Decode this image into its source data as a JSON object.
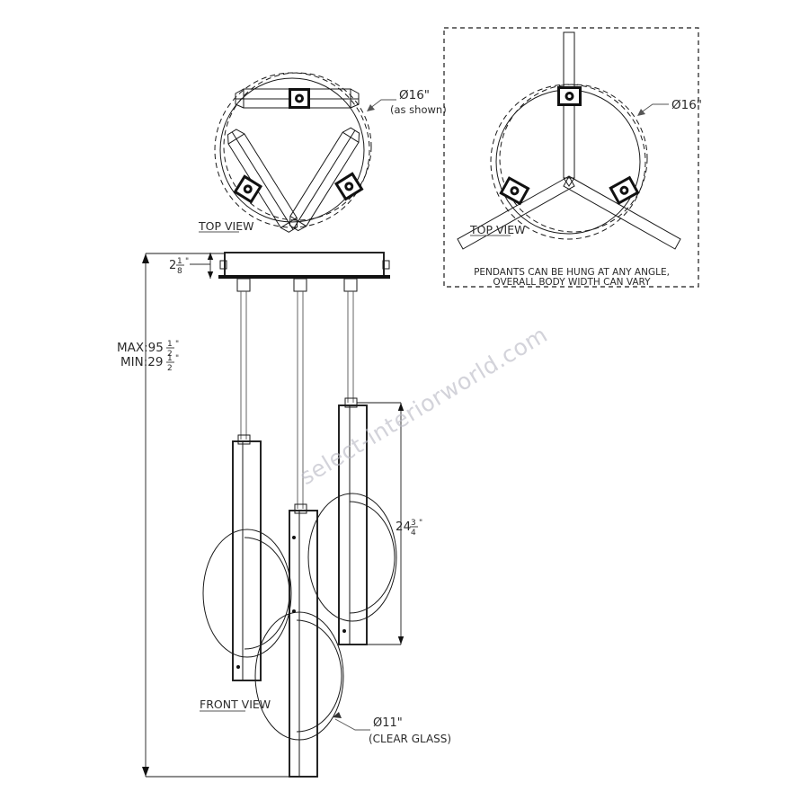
{
  "drawing": {
    "title": "Pendant chandelier technical drawing",
    "watermark": "select-interiorworld.com"
  },
  "views": {
    "top_left": {
      "label": "TOP VIEW",
      "diameter_callout": "Ø16\"",
      "diameter_note": "(as shown)"
    },
    "top_right": {
      "label": "TOP VIEW",
      "diameter_callout": "Ø16\"",
      "note_line1": "PENDANTS CAN BE HUNG AT ANY ANGLE,",
      "note_line2": "OVERALL BODY WIDTH CAN VARY"
    },
    "front": {
      "label": "FRONT VIEW",
      "glass_callout": "Ø11\"",
      "glass_note": "(CLEAR GLASS)"
    }
  },
  "dimensions": {
    "canopy_height": {
      "whole": "2",
      "num": "1",
      "den": "8",
      "unit": "\""
    },
    "overall_max": {
      "prefix": "MAX:95",
      "num": "1",
      "den": "2",
      "unit": "\""
    },
    "overall_min": {
      "prefix": "MIN:29",
      "num": "1",
      "den": "2",
      "unit": "\""
    },
    "pendant_height": {
      "whole": "24",
      "num": "3",
      "den": "4",
      "unit": "\""
    }
  },
  "colors": {
    "line": "#1a1a1a",
    "text": "#2b2b2b",
    "watermark": "#b9b9c4",
    "background": "#ffffff"
  }
}
